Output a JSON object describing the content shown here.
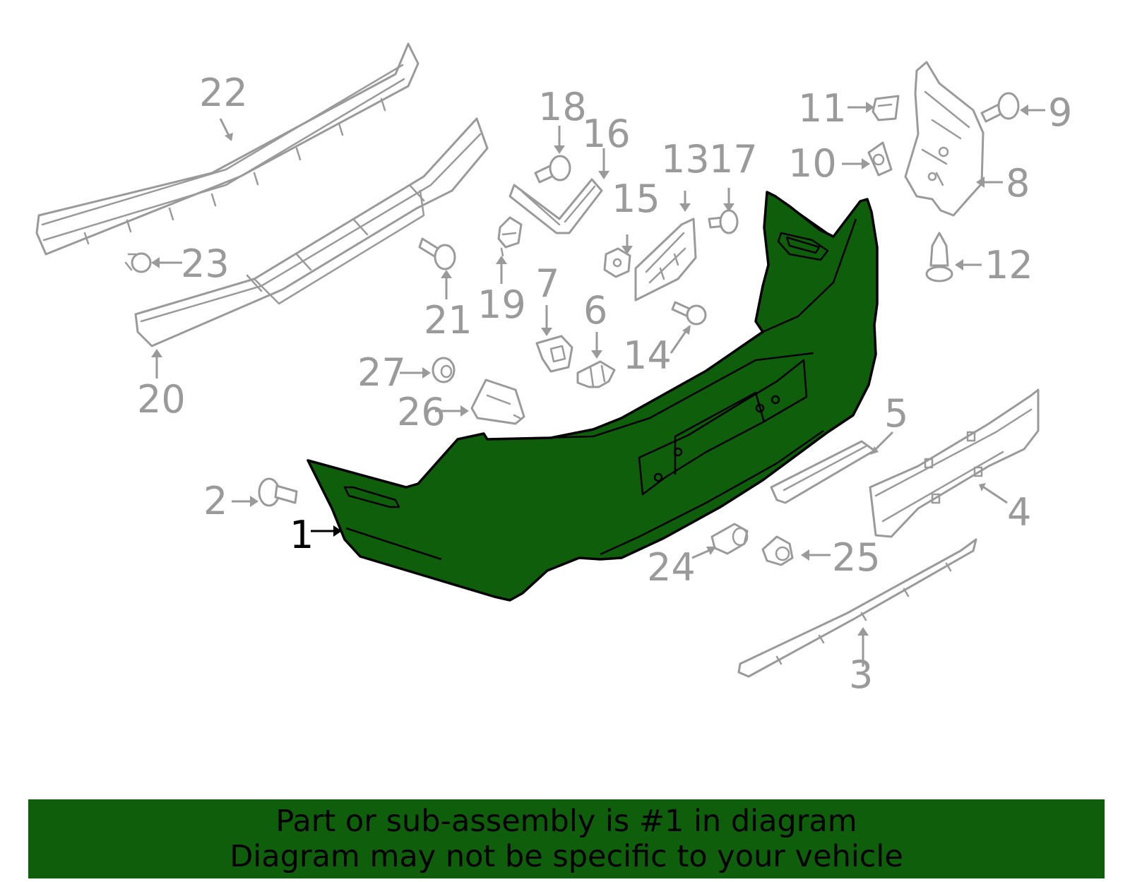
{
  "diagram": {
    "callouts": [
      {
        "id": "1",
        "label": "1",
        "highlighted": true
      },
      {
        "id": "2",
        "label": "2"
      },
      {
        "id": "3",
        "label": "3"
      },
      {
        "id": "4",
        "label": "4"
      },
      {
        "id": "5",
        "label": "5"
      },
      {
        "id": "6",
        "label": "6"
      },
      {
        "id": "7",
        "label": "7"
      },
      {
        "id": "8",
        "label": "8"
      },
      {
        "id": "9",
        "label": "9"
      },
      {
        "id": "10",
        "label": "10"
      },
      {
        "id": "11",
        "label": "11"
      },
      {
        "id": "12",
        "label": "12"
      },
      {
        "id": "13",
        "label": "13"
      },
      {
        "id": "14",
        "label": "14"
      },
      {
        "id": "15",
        "label": "15"
      },
      {
        "id": "16",
        "label": "16"
      },
      {
        "id": "17",
        "label": "17"
      },
      {
        "id": "18",
        "label": "18"
      },
      {
        "id": "19",
        "label": "19"
      },
      {
        "id": "20",
        "label": "20"
      },
      {
        "id": "21",
        "label": "21"
      },
      {
        "id": "22",
        "label": "22"
      },
      {
        "id": "23",
        "label": "23"
      },
      {
        "id": "24",
        "label": "24"
      },
      {
        "id": "25",
        "label": "25"
      },
      {
        "id": "26",
        "label": "26"
      },
      {
        "id": "27",
        "label": "27"
      }
    ]
  },
  "banner": {
    "line1": "Part or sub-assembly is #1 in diagram",
    "line2": "Diagram may not be specific to your vehicle"
  },
  "colors": {
    "highlight_part": "#0e5e0b",
    "banner_background": "#0e5e0b",
    "inactive_parts": "#9a9a9a",
    "text": "#000000"
  }
}
